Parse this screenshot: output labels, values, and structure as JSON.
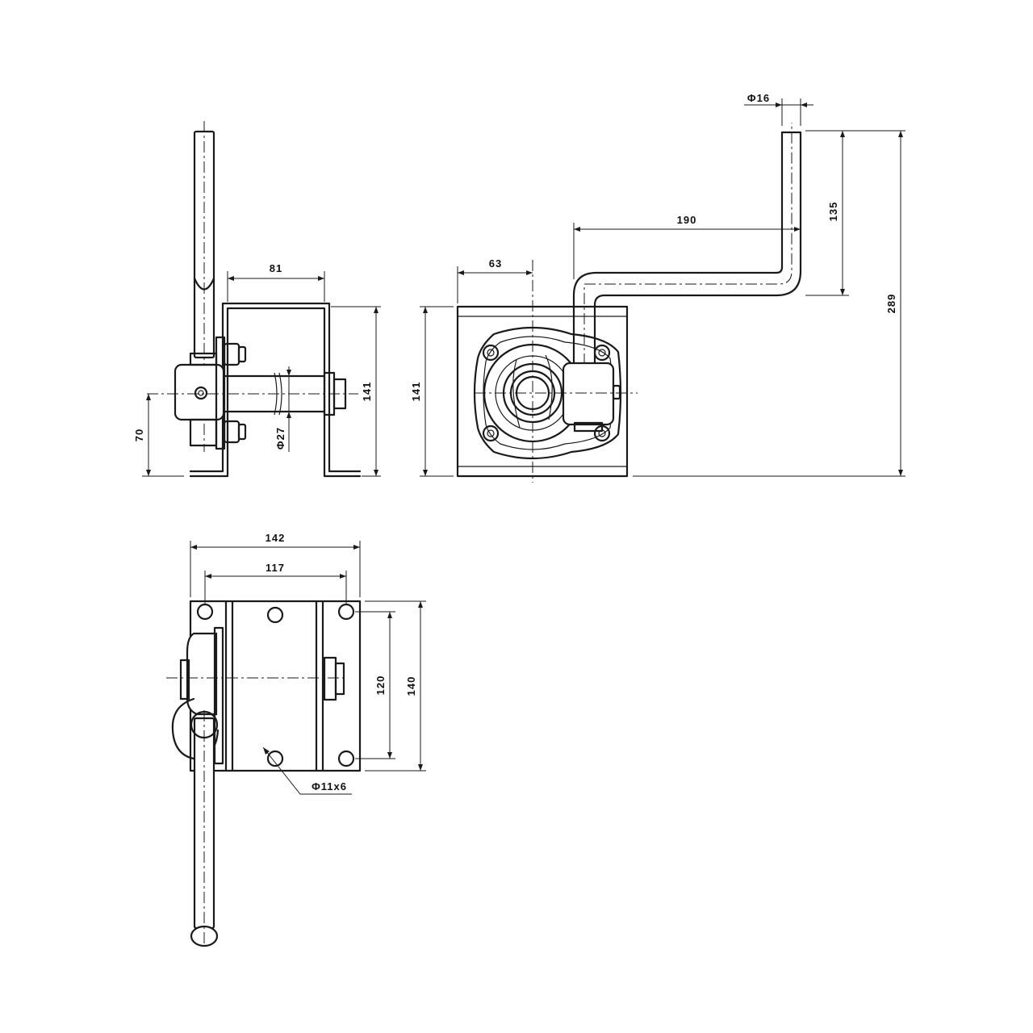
{
  "drawing": {
    "dimensions": {
      "side_width": "81",
      "side_height": "141",
      "side_axis_height": "70",
      "shaft_diameter": "Φ27",
      "front_height": "141",
      "front_offset": "63",
      "crank_radius": "190",
      "handle_length": "135",
      "overall_height": "289",
      "handle_diameter": "Φ16",
      "base_width": "142",
      "hole_spacing_x": "117",
      "hole_spacing_y": "120",
      "base_depth": "140",
      "mount_holes": "Φ11x6"
    }
  }
}
